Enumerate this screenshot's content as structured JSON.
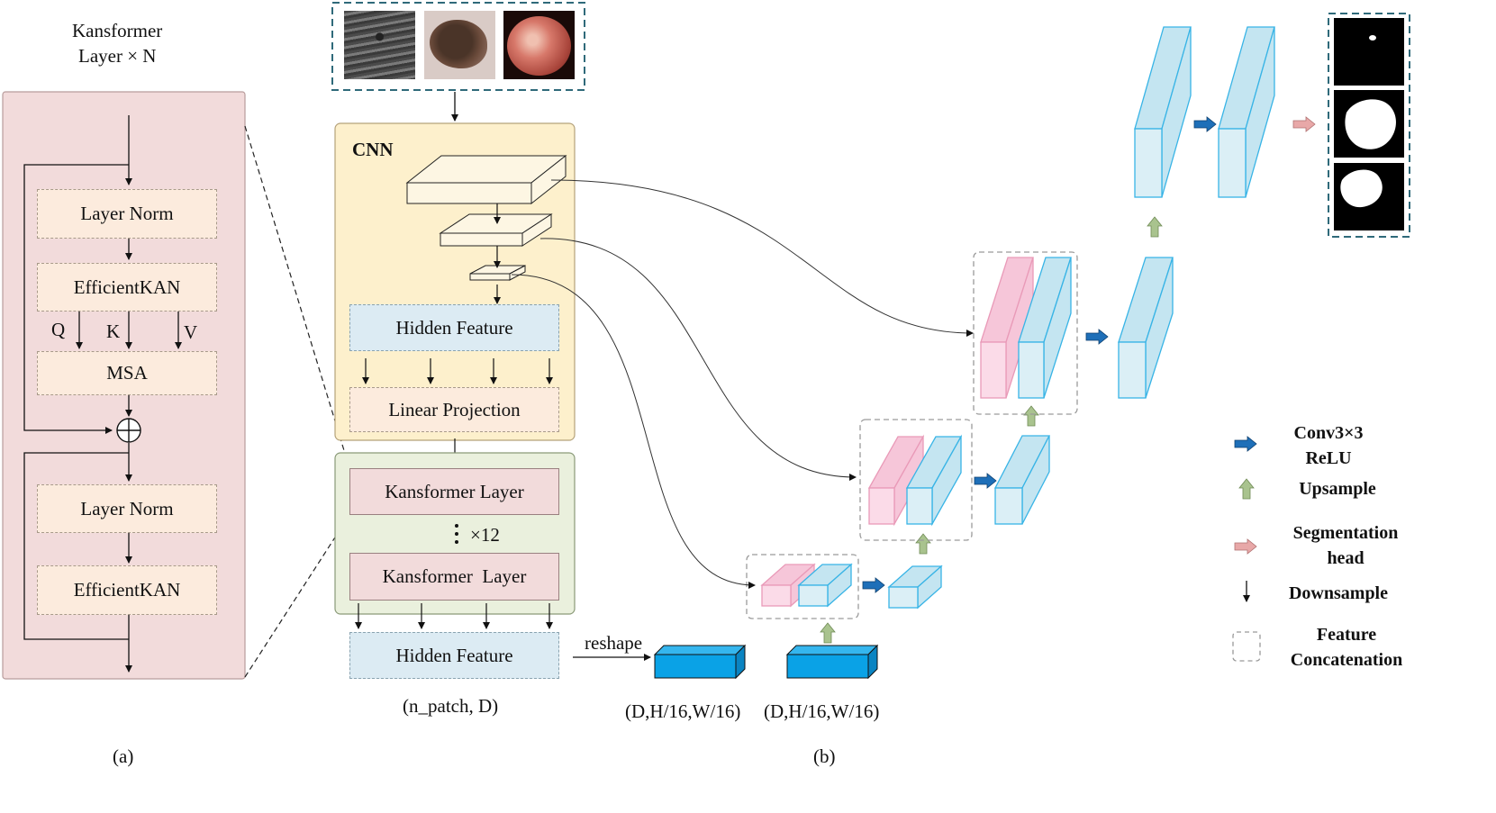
{
  "panel_a": {
    "title_line1": "Kansformer",
    "title_line2": "Layer × N",
    "layer_norm_1": "Layer Norm",
    "efficient_kan_1": "EfficientKAN",
    "q": "Q",
    "k": "K",
    "v": "V",
    "msa": "MSA",
    "layer_norm_2": "Layer Norm",
    "efficient_kan_2": "EfficientKAN",
    "caption": "(a)"
  },
  "panel_b": {
    "cnn_label": "CNN",
    "hidden_feature_1": "Hidden Feature",
    "linear_projection": "Linear Projection",
    "kansformer_layer_1": "Kansformer Layer",
    "repeat_label": "×12",
    "kansformer_layer_2": "Kansformer  Layer",
    "hidden_feature_2": "Hidden Feature",
    "n_patch_label": "(n_patch, D)",
    "reshape_label": "reshape",
    "dim_label_1": "(D,H/16,W/16)",
    "dim_label_2": "(D,H/16,W/16)",
    "caption": "(b)"
  },
  "legend": {
    "conv_line1": "Conv3×3",
    "conv_line2": "ReLU",
    "upsample": "Upsample",
    "seg_line1": "Segmentation",
    "seg_line2": "head",
    "downsample": "Downsample",
    "concat_line1": "Feature",
    "concat_line2": "Concatenation"
  },
  "colors": {
    "panel_a_bg": "#f2dbdb",
    "peach_box": "#fcebdd",
    "cnn_bg": "#fdf0cc",
    "transformer_bg": "#eaf0dd",
    "kansformer_box": "#f2dbdb",
    "hidden_feature": "#dcebf3",
    "cube_blue": "#dbeff6",
    "cube_blue_edge": "#38b4e6",
    "cube_pink": "#fbdbe8",
    "cube_pink_edge": "#e99ab8",
    "solid_blue": "#0aa2e6",
    "arrow_conv": "#1e6fb8",
    "arrow_up": "#a9c38e",
    "arrow_seg": "#e8a8a8"
  },
  "icons": [
    "ultrasound-image-icon",
    "skin-lesion-image-icon",
    "endoscopy-image-icon",
    "mask-icon",
    "add-circle-icon"
  ]
}
